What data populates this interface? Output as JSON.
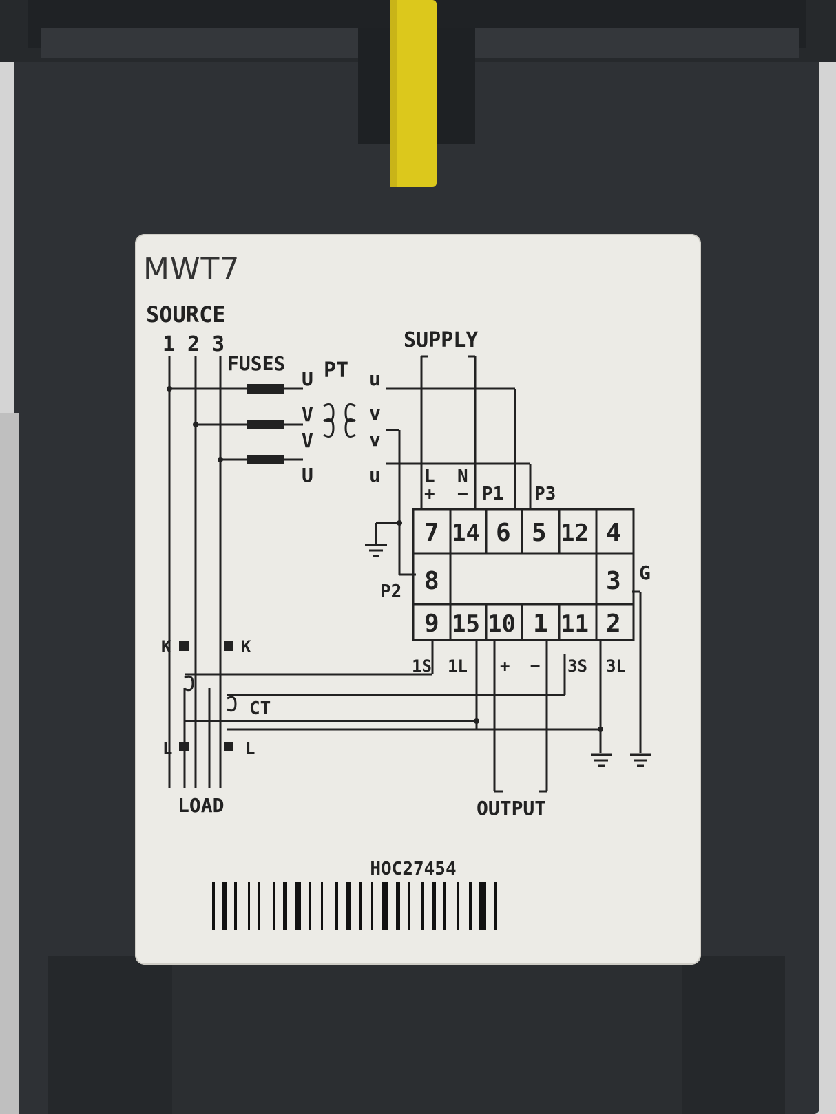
{
  "model": "MWT7",
  "serial": "HOC27454",
  "labels": {
    "source": "SOURCE",
    "source_phases": [
      "1",
      "2",
      "3"
    ],
    "fuses": "FUSES",
    "pt": "PT",
    "supply": "SUPPLY",
    "ct": "CT",
    "load": "LOAD",
    "output": "OUTPUT",
    "g": "G",
    "p1": "P1",
    "p2": "P2",
    "p3": "P3"
  },
  "pt_terminals": {
    "primary": [
      "U",
      "V",
      "V",
      "U"
    ],
    "secondary": [
      "u",
      "v",
      "v",
      "u"
    ]
  },
  "ct_terminals": {
    "k": "K",
    "l": "L"
  },
  "supply_terminals": {
    "l": "L",
    "n": "N",
    "plus": "+",
    "minus": "−"
  },
  "terminal_block": {
    "top_row": [
      "7",
      "14",
      "6",
      "5",
      "12",
      "4"
    ],
    "middle_left": "8",
    "middle_right": "3",
    "bottom_row": [
      "9",
      "15",
      "10",
      "1",
      "11",
      "2"
    ],
    "bottom_labels": [
      "1S",
      "1L",
      "+",
      "−",
      "3S",
      "3L"
    ]
  },
  "colors": {
    "housing": "#2f3236",
    "label_card": "#ecebe6",
    "yellow_tab": "#e0cc1a",
    "ink": "#222222"
  }
}
